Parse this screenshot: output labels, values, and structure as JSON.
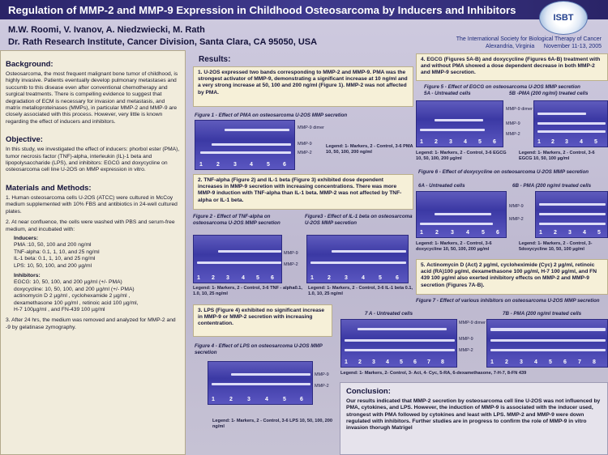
{
  "title": "Regulation of MMP-2 and MMP-9 Expression in Childhood Osteosarcoma by Inducers and Inhibitors",
  "authors": "M.W. Roomi, V. Ivanov, A. Niedzwiecki, M. Rath",
  "affiliation": "Dr. Rath Research Institute, Cancer Division, Santa Clara, CA 95050, USA",
  "logo": {
    "text": "ISBT"
  },
  "society": {
    "name": "The International Society for Biological Therapy of Cancer",
    "location": "Alexandria, Virginia",
    "dates": "November 11-13, 2005"
  },
  "background": {
    "heading": "Background:",
    "text": "Osteosarcoma, the most frequent malignant bone tumor of childhood, is highly invasive. Patients eventually develop pulmonary metastases and succumb to this disease even after conventional chemotherapy and surgical treatments. There is compelling evidence to suggest that degradation of ECM is necessary for invasion and metastasis, and matrix metalloproteinases (MMPs), in particular MMP-2 and MMP-9 are closely associated with this process. However, very little is known regarding the effect of inducers and inhibitors."
  },
  "objective": {
    "heading": "Objective:",
    "text": "In this study, we investigated the effect of inducers: phorbol ester (PMA), tumor necrosis factor (TNF)-alpha, interleukin (IL)-1 beta and lipopolysaccharide (LPS), and inhibitors: EGCG and doxycycline on osteosarcoma cell line U-2OS on MMP expression in vitro."
  },
  "methods": {
    "heading": "Materials and Methods:",
    "p1": "1. Human osteosarcoma cells U-2OS (ATCC) were cultured in McCoy medium supplemented with 10% FBS and antibiotics in 24-well cultured plates.",
    "p2": "2. At near confluence, the cells were washed with PBS and serum-free medium, and incubated with:",
    "inducers_head": "Inducers:",
    "inducers": [
      "PMA :10, 50, 100 and 200 ng/ml",
      "TNF-alpha: 0.1, 1, 10, and 25 ng/ml",
      "IL-1 beta: 0.1, 1, 10, and 25 ng/ml",
      "LPS: 10, 50, 100, and 200 µg/ml"
    ],
    "inhibitors_head": "Inhibitors:",
    "inhibitors": [
      "EGCG: 10, 50, 100, and 200 µg/ml (+/- PMA)",
      "doxycycline: 10, 50, 100, and 200 µg/ml (+/- PMA)",
      "actinomycin D 2 µg/ml , cyclohexamide 2 µg/ml ,",
      "dexamethasone 100 µg/ml , retinoic acid 100 µg/ml,",
      "H-7 100µg/ml , and FN-439 100 µg/ml"
    ],
    "p3": "3. After 24 hrs, the medium was removed and analyzed for MMP-2 and -9 by gelatinase zymography."
  },
  "results": {
    "heading": "Results:",
    "r1": "1. U-2OS expressed two bands corresponding to MMP-2 and MMP-9. PMA was the strongest activator of MMP-9, demonstrating a significant increase at 10 ng/ml and a very strong increase at 50, 100 and 200 ng/ml (Figure 1). MMP-2 was not affected by PMA.",
    "fig1": "Figure 1 - Effect of PMA on osteosarcoma U-2OS MMP secretion",
    "fig1_labels": [
      "MMP-9 dimer",
      "MMP-9",
      "MMP-2"
    ],
    "fig1_legend": "Legend: 1- Markers, 2 - Control, 3-6 PMA 10, 50, 100, 200 ng/ml",
    "r2": "2. TNF-alpha (Figure 2) and IL-1 beta (Figure 3) exhibited dose dependent increases in MMP-9 secretion with increasing concentrations. There was more MMP-9 induction with TNF-alpha than IL-1 beta. MMP-2 was not affected by TNF-alpha or IL-1 beta.",
    "fig2": "Figure 2 - Effect of TNF-alpha on osteosarcoma U-2OS MMP secretion",
    "fig3": "Figure3 - Effect of IL-1 beta on osteosarcoma U-2OS MMP secretion",
    "fig2_legend": "Legend: 1- Markers, 2 - Control, 3-6 TNF - alpha0.1, 1.0, 10, 25 ng/ml",
    "fig3_legend": "Legend: 1- Markers, 2 - Control, 3-6 IL-1 beta 0.1, 1.0, 10, 25 ng/ml",
    "r3": "3. LPS (Figure 4) exhibited no significant increase in MMP-9 or MMP-2 secretion with increasing contentration.",
    "fig4": "Figure 4 - Effect of LPS on osteosarcoma U-2OS MMP secretion",
    "fig4_legend": "Legend: 1- Markers, 2 - Control, 3-6 LPS 10, 50, 100, 200 ng/ml",
    "r4": "4. EGCG (Figures 5A-B) and doxycycline (Figures 6A-B) treatment with and without PMA showed a dose dependent decrease in both MMP-2 and MMP-9 secretion.",
    "fig5": "Figure 5 - Effect of EGCG on osteosarcoma U-2OS MMP secretion",
    "fig5a": "5A - Untreated cells",
    "fig5b": "5B -PMA (200 ng/ml) treated cells",
    "fig5a_legend": "Legend: 1- Markers, 2 - Control, 3-6 EGCG 10, 50, 100, 200 µg/ml",
    "fig5b_legend": "Legend: 1- Markers, 2 - Control, 3-6 EGCG 10, 50, 100 µg/ml",
    "fig6": "Figure 6 - Effect of doxycycline on osteosarcoma U-2OS MMP secretion",
    "fig6a": "6A - Untreated cells",
    "fig6b": "6B - PMA (200 ng/ml treated cells",
    "fig6a_legend": "Legend: 1- Markers, 2 - Control, 3-6 doxycycline 10, 50, 100, 200 µg/ml",
    "fig6b_legend": "Legend: 1- Markers, 2 - Control, 3-5doxycycline 10, 50, 100 µg/ml",
    "r5": "5. Actinomycin D (Act) 2 µg/ml, cycloheximide (Cyc) 2 µg/ml, retinoic acid (RA)100 µg/ml, dexamethasone 100 µg/ml, H-7 100 µg/ml, and FN 439 100 µg/ml also exerted inhibitory effects on MMP-2 and MMP-9 secretion (Figures 7A-B).",
    "fig7": "Figure 7 - Effect of various inhibitors on osteosarcoma U-2OS MMP secretion",
    "fig7a": "7 A - Untreated cells",
    "fig7b": "7B - PMA (200 ng/ml treated cells",
    "fig7_legend": "Legend: 1- Markers, 2- Control, 3- Act, 4- Cyc, 5-RA, 6-dexamethasone, 7-H-7, 8-FN 439",
    "gel_labels": {
      "dimer": "MMP-9 dimer",
      "mmp9": "MMP-9",
      "mmp2": "MMP-2"
    }
  },
  "conclusion": {
    "heading": "Conclusion:",
    "text": "Our results indicated that MMP-2 secretion by osteosarcoma cell line U-2OS was not influenced by PMA, cytokines, and LPS. However, the induction of MMP-9 is associated with the inducer used, strongest with PMA followed by cytokines and least with LPS. MMP-2 and MMP-9 were down regulated with inhibitors. Further studies are in progress to confirm the role of MMP-9 in vitro invasion thorugh Matrigel"
  }
}
